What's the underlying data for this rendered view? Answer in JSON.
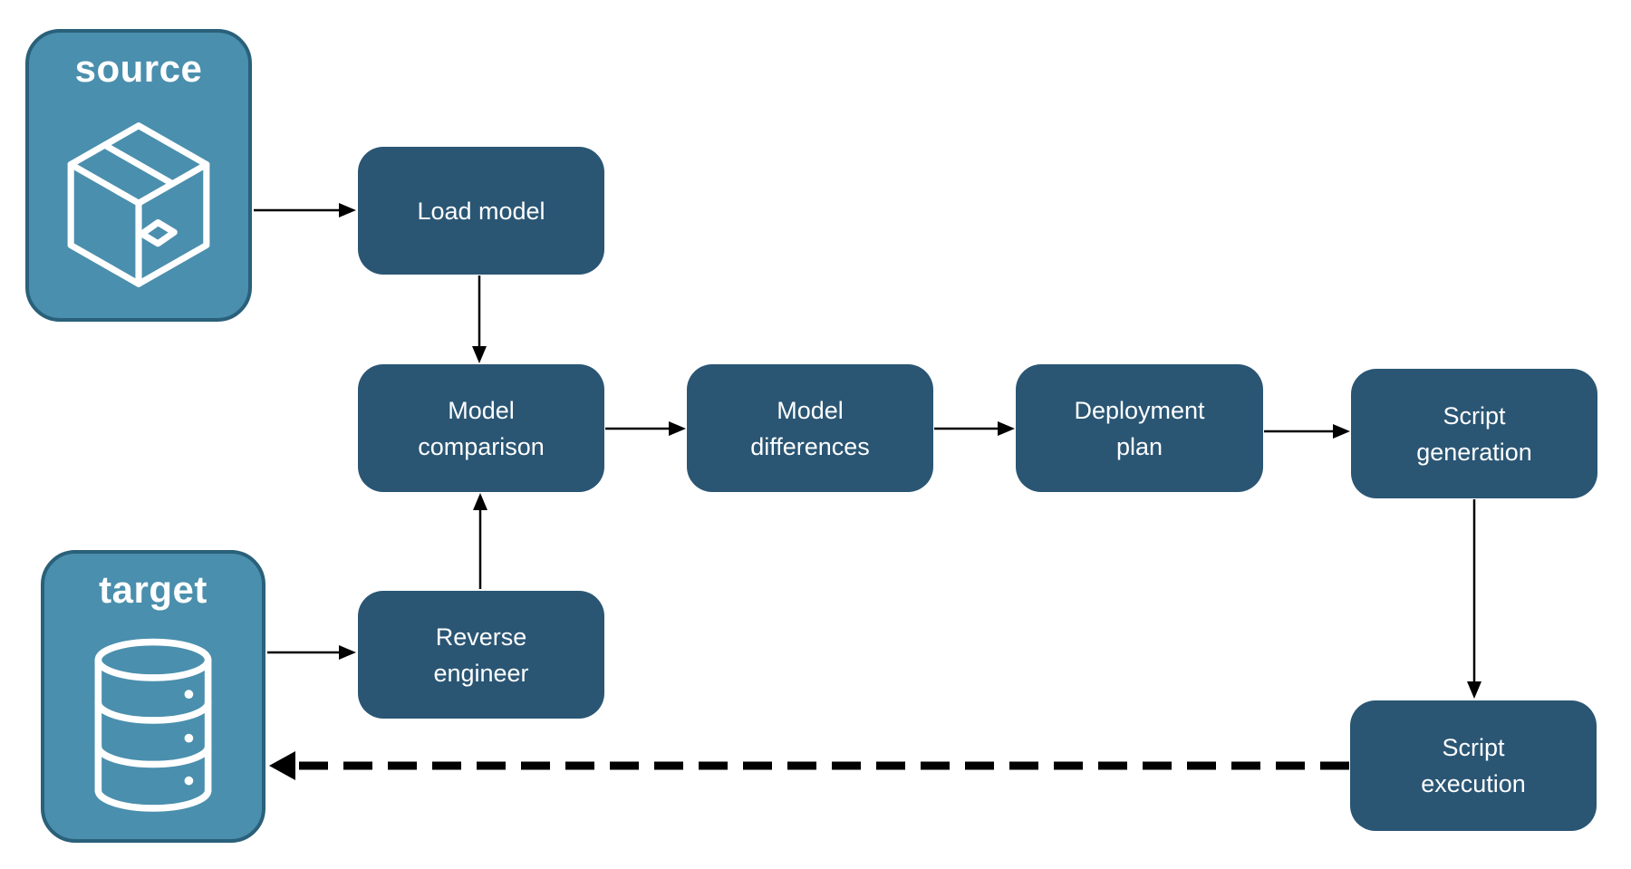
{
  "diagram": {
    "description": "Schema compare and deployment flow between a source model and a target database",
    "entities": {
      "source": {
        "label": "source",
        "icon": "package-icon"
      },
      "target": {
        "label": "target",
        "icon": "database-icon"
      }
    },
    "nodes": {
      "load_model": {
        "label": "Load model"
      },
      "model_comparison": {
        "label": "Model\ncomparison"
      },
      "model_differences": {
        "label": "Model\ndifferences"
      },
      "deployment_plan": {
        "label": "Deployment\nplan"
      },
      "script_generation": {
        "label": "Script\ngeneration"
      },
      "reverse_engineer": {
        "label": "Reverse\nengineer"
      },
      "script_execution": {
        "label": "Script\nexecution"
      }
    },
    "edges": [
      {
        "from": "source",
        "to": "load_model",
        "style": "solid"
      },
      {
        "from": "load_model",
        "to": "model_comparison",
        "style": "solid"
      },
      {
        "from": "model_comparison",
        "to": "model_differences",
        "style": "solid"
      },
      {
        "from": "model_differences",
        "to": "deployment_plan",
        "style": "solid"
      },
      {
        "from": "deployment_plan",
        "to": "script_generation",
        "style": "solid"
      },
      {
        "from": "script_generation",
        "to": "script_execution",
        "style": "solid"
      },
      {
        "from": "target",
        "to": "reverse_engineer",
        "style": "solid"
      },
      {
        "from": "reverse_engineer",
        "to": "model_comparison",
        "style": "solid"
      },
      {
        "from": "script_execution",
        "to": "target",
        "style": "dashed"
      }
    ],
    "colors": {
      "process_fill": "#2A5674",
      "entity_fill": "#4A8FAD",
      "entity_border": "#2A607A",
      "arrow": "#000000",
      "text": "#FFFFFF",
      "background": "#FFFFFF"
    }
  }
}
